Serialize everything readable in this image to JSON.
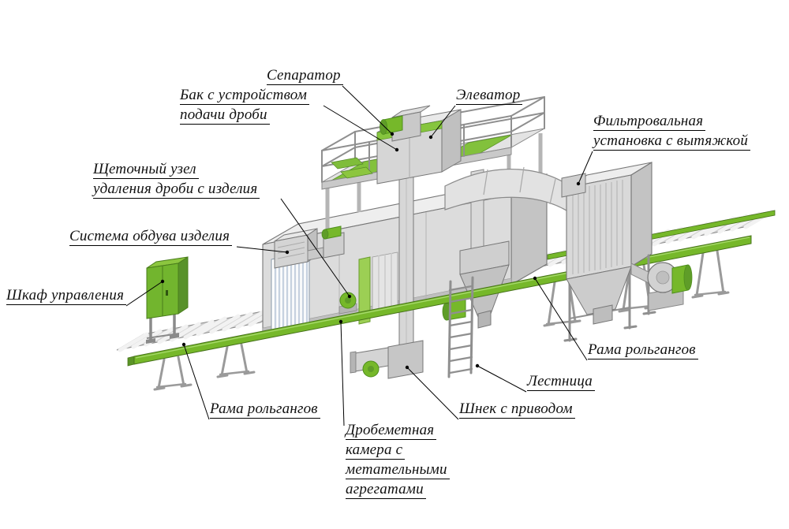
{
  "diagram": {
    "labels": [
      {
        "id": "separator",
        "lines": [
          "Сепаратор"
        ]
      },
      {
        "id": "shot-feed-tank",
        "lines": [
          "Бак с устройством",
          "подачи дроби"
        ]
      },
      {
        "id": "elevator",
        "lines": [
          "Элеватор"
        ]
      },
      {
        "id": "filter-unit",
        "lines": [
          "Фильтровальная",
          "установка с вытяжкой"
        ]
      },
      {
        "id": "brush-unit",
        "lines": [
          "Щеточный узел",
          "удаления дроби с изделия"
        ]
      },
      {
        "id": "blow-off-system",
        "lines": [
          "Система обдува изделия"
        ]
      },
      {
        "id": "control-cabinet",
        "lines": [
          "Шкаф управления"
        ]
      },
      {
        "id": "roller-frame-right",
        "lines": [
          "Рама рольгангов"
        ]
      },
      {
        "id": "ladder",
        "lines": [
          "Лестница"
        ]
      },
      {
        "id": "screw-drive",
        "lines": [
          "Шнек с приводом"
        ]
      },
      {
        "id": "roller-frame-left",
        "lines": [
          "Рама рольгангов"
        ]
      },
      {
        "id": "blast-chamber",
        "lines": [
          "Дробеметная",
          "камера с",
          "метательными",
          "агрегатами"
        ]
      }
    ],
    "parts": [
      "separator-tank",
      "elevator",
      "service-platform",
      "exhaust-duct",
      "filter-unit",
      "cyclone-hopper",
      "blast-chamber",
      "blow-off-system",
      "brush-unit",
      "screw-conveyor",
      "ladder",
      "control-cabinet",
      "left-roller-conveyor",
      "right-roller-conveyor",
      "conveyor-rail"
    ],
    "colors": {
      "accent_green": "#76b82a",
      "dark_green": "#4f8f1d",
      "rail_edge": "#47731a",
      "metal_light": "#ececec",
      "metal_mid": "#d9d9d9",
      "metal_dark": "#c3c3c3",
      "outline": "#777777",
      "leader": "#000000",
      "background": "#ffffff"
    }
  }
}
